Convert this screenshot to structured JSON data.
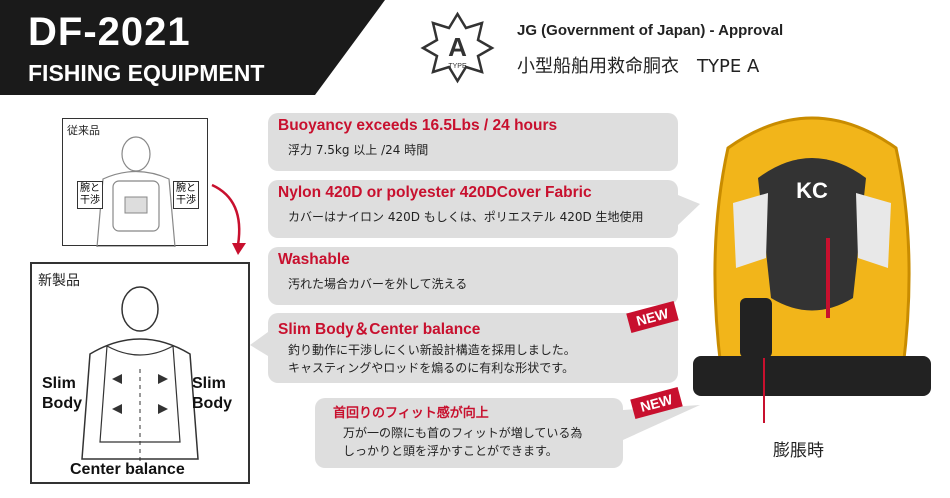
{
  "header": {
    "model": "DF-2021",
    "category": "FISHING EQUIPMENT",
    "badge_letter": "A",
    "badge_sub": "TYPE",
    "approval": "JG (Government of Japan) - Approval",
    "jp_title": "小型船舶用救命胴衣　TYPE A"
  },
  "features": [
    {
      "title": "Buoyancy exceeds 16.5Lbs / 24 hours",
      "sub": [
        "浮力 7.5kg 以上 /24 時間"
      ]
    },
    {
      "title": "Nylon 420D or polyester 420DCover Fabric",
      "sub": [
        "カバーはナイロン 420D もしくは、ポリエステル 420D 生地使用"
      ]
    },
    {
      "title": "Washable",
      "sub": [
        "汚れた場合カバーを外して洗える"
      ]
    },
    {
      "title": "Slim Body＆Center balance",
      "sub": [
        "釣り動作に干渉しにくい新設計構造を採用しました。",
        "キャスティングやロッドを煽るのに有利な形状です。"
      ]
    },
    {
      "title": "首回りのフィット感が向上",
      "sub": [
        "万が一の際にも首のフィットが増している為",
        "しっかりと頭を浮かすことができます。"
      ]
    }
  ],
  "new_tag": "NEW",
  "old_panel": {
    "title": "従来品",
    "arm_left": [
      "腕と",
      "干渉"
    ],
    "arm_right": [
      "腕と",
      "干渉"
    ]
  },
  "new_panel": {
    "title": "新製品",
    "left_label": [
      "Slim",
      "Body"
    ],
    "right_label": [
      "Slim",
      "Body"
    ],
    "bottom": "Center balance"
  },
  "vest_caption": "膨脹時",
  "colors": {
    "accent": "#c8102e",
    "banner": "#1a1a1a",
    "box": "#dedede",
    "vest": "#f2b51a"
  }
}
